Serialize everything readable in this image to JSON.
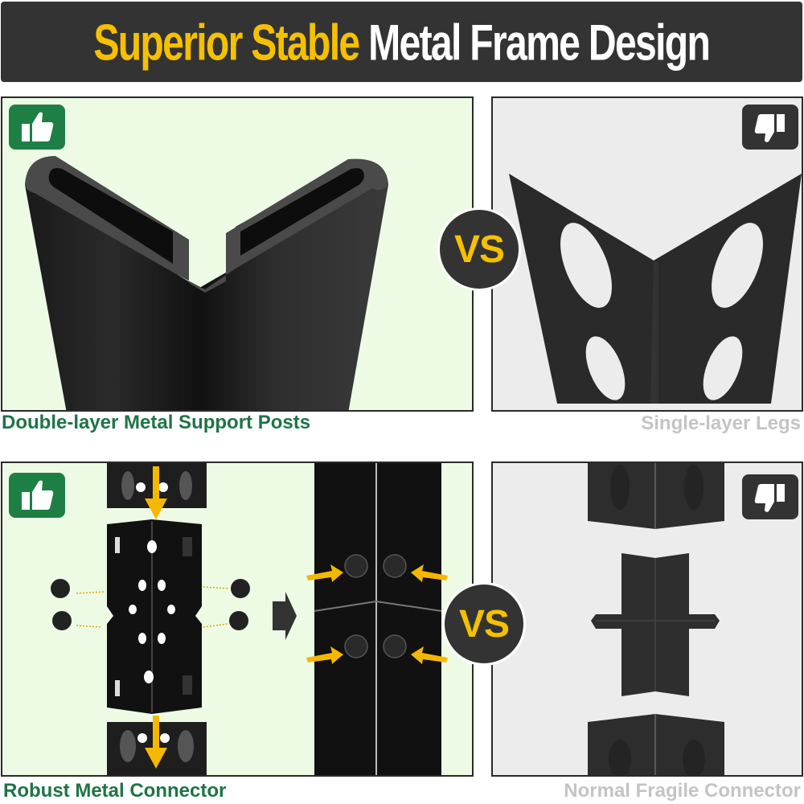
{
  "header": {
    "title_highlight": "Superior Stable",
    "title_rest": "Metal Frame Design",
    "colors": {
      "bar_bg": "#333333",
      "highlight": "#f5c000",
      "rest": "#ffffff"
    }
  },
  "comparisons": [
    {
      "row": "posts",
      "good": {
        "badge": "thumbs-up",
        "caption": "Double-layer Metal Support Posts",
        "image": "double-layer-v-post"
      },
      "vs_label": "VS",
      "bad": {
        "badge": "thumbs-down",
        "caption": "Single-layer Legs",
        "image": "single-layer-perforated-angle-leg"
      }
    },
    {
      "row": "connectors",
      "good": {
        "badge": "thumbs-up",
        "caption": "Robust Metal Connector",
        "image": "metal-connector-plate-with-rivets-and-assembled-post"
      },
      "vs_label": "VS",
      "bad": {
        "badge": "thumbs-down",
        "caption": "Normal Fragile Connector",
        "image": "plastic-cross-connector"
      }
    }
  ],
  "colors": {
    "good_panel_bg": "#edfbe5",
    "bad_panel_bg": "#ececec",
    "good_badge": "#1e7f45",
    "bad_badge": "#333333",
    "good_caption": "#1e7447",
    "bad_caption": "#c4c4c4",
    "arrow": "#f5b800"
  }
}
